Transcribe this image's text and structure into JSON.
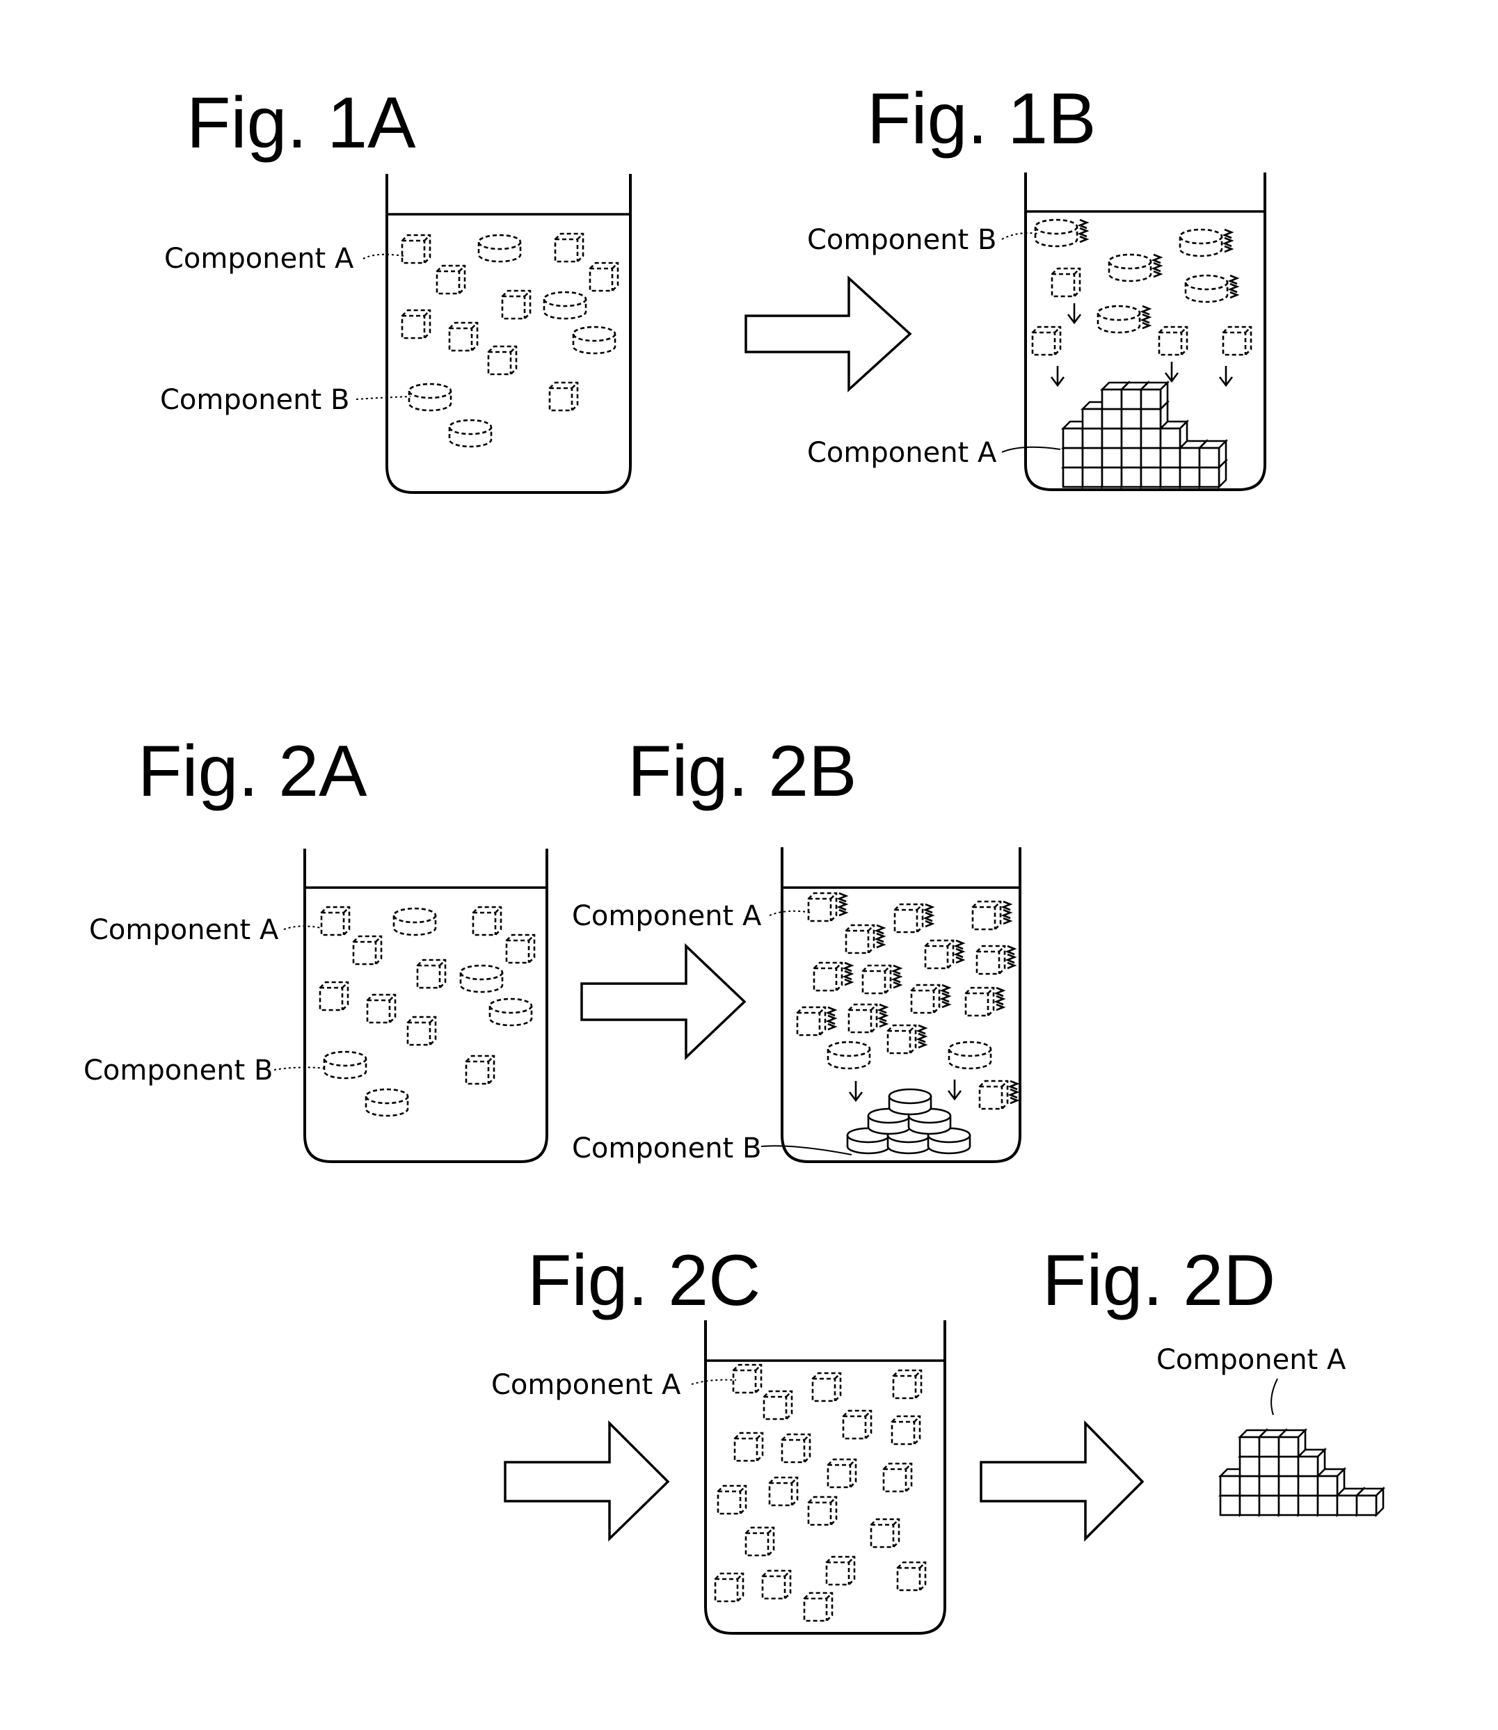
{
  "figures": [
    {
      "id": "1A",
      "title": "Fig. 1A",
      "labels": [
        "Component A",
        "Component B"
      ]
    },
    {
      "id": "1B",
      "title": "Fig. 1B",
      "labels": [
        "Component B",
        "Component A"
      ]
    },
    {
      "id": "2A",
      "title": "Fig. 2A",
      "labels": [
        "Component A",
        "Component B"
      ]
    },
    {
      "id": "2B",
      "title": "Fig. 2B",
      "labels": [
        "Component A",
        "Component B"
      ]
    },
    {
      "id": "2C",
      "title": "Fig. 2C",
      "labels": [
        "Component A"
      ]
    },
    {
      "id": "2D",
      "title": "Fig. 2D",
      "labels": [
        "Component A"
      ]
    }
  ]
}
